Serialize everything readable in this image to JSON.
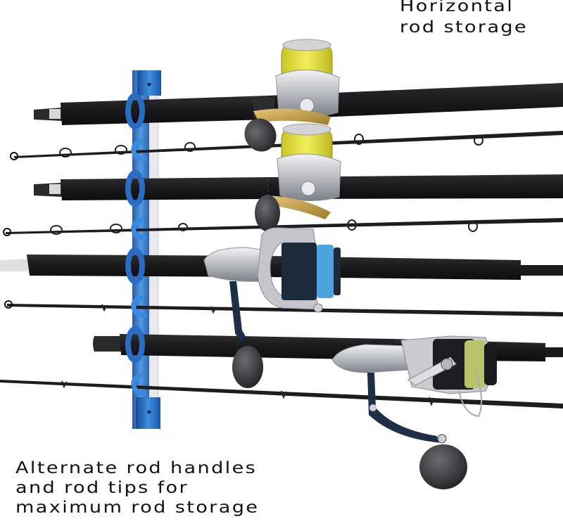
{
  "captions": {
    "top": {
      "line1": "Horizontal",
      "line2": "rod storage"
    },
    "bottom": {
      "line1": "Alternate rod handles",
      "line2": "and rod tips for",
      "line3": "maximum rod storage"
    }
  },
  "colors": {
    "rack_blue": "#1f5fb0",
    "rack_blue_light": "#3d8fe0",
    "rack_backing": "#e6e8ee",
    "rod_black": "#1c1c1e",
    "reel_silver": "#c9cbcf",
    "reel_gold": "#c9a64a",
    "line_yellow": "#e7e63a",
    "line_blue": "#4fa3dc",
    "line_green": "#b9c46a",
    "caption_text": "#111111"
  },
  "scene": {
    "rack": {
      "slots": 8,
      "orientation": "vertical"
    },
    "rods": [
      {
        "type": "handle",
        "reel": "conventional-gold"
      },
      {
        "type": "tip"
      },
      {
        "type": "handle",
        "reel": "conventional-gold"
      },
      {
        "type": "tip"
      },
      {
        "type": "handle",
        "reel": "spinning-blue-line"
      },
      {
        "type": "tip"
      },
      {
        "type": "handle",
        "reel": "spinning-green-line"
      },
      {
        "type": "tip"
      }
    ]
  }
}
